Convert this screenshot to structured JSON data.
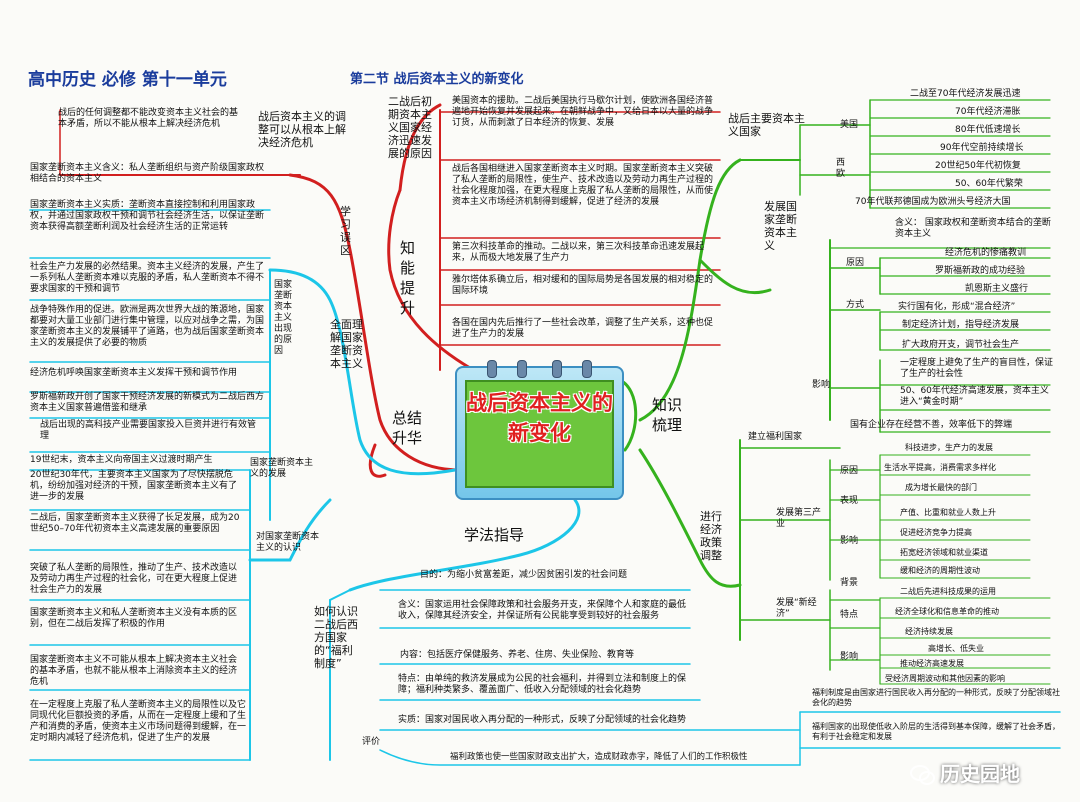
{
  "header": {
    "title_main": "高中历史  必修  第十一单元",
    "title_sub": "第二节  战后资本主义的新变化"
  },
  "center": {
    "title": "战后资本主义的新变化"
  },
  "branches": {
    "zhineng": "知能提升",
    "zhishi": "知识梳理",
    "zongjie": "总结升华",
    "xuefa": "学法指导"
  },
  "zhineng": {
    "reason_title": "二战后初期资本主义国家经济迅速发展的原因",
    "items": [
      "美国资本的援助。二战后美国执行马歇尔计划，使欧洲各国经济普遍地开始恢复并发展起来。在朝鲜战争中，又给日本以大量的战争订货，从而刺激了日本经济的恢复、发展",
      "战后各国相继进入国家垄断资本主义时期。国家垄断资本主义突破了私人垄断的局限性，使生产、技术改造以及劳动力再生产过程的社会化程度加强，在更大程度上克服了私人垄断的局限性，从而使资本主义市场经济机制得到缓解，促进了经济的发展",
      "第三次科技革命的推动。二战以来，第三次科技革命迅速发展起来，从而极大地发展了生产力",
      "雅尔塔体系确立后，相对缓和的国际局势是各国发展的相对稳定的国际环境",
      "各国在国内先后推行了一些社会改革，调整了生产关系，这种也促进了生产力的发展"
    ]
  },
  "zhishi": {
    "main_countries": "战后主要资本主义国家",
    "us": "美国",
    "west_europe": "西欧",
    "us_items": [
      "二战至70年代经济发展迅速",
      "70年代经济滞胀",
      "80年代低速增长",
      "90年代空前持续增长"
    ],
    "eu_items": [
      "20世纪50年代初恢复",
      "50、60年代繁荣",
      "70年代联邦德国成为欧洲头号经济大国"
    ],
    "state_monopoly": "发展国家垄断资本主义",
    "definition": "含义：  国家政权和垄断资本结合的垄断资本主义",
    "reason": "原因",
    "reason_items": [
      "经济危机的惨痛教训",
      "罗斯福新政的成功经验",
      "凯恩斯主义盛行"
    ],
    "method": "方式",
    "method_items": [
      "实行国有化，形成“混合经济”",
      "制定经济计划，指导经济发展",
      "扩大政府开支，调节社会生产"
    ],
    "impact": "影响",
    "impact_items": [
      "一定程度上避免了生产的盲目性，保证了生产的社会性",
      "50、60年代经济高速发展，资本主义进入“黄金时期”",
      "国有企业存在经营不善，效率低下的弊端"
    ],
    "adjust": "进行经济政策调整",
    "welfare": "建立福利国家",
    "tertiary": "发展第三产业",
    "tertiary_reason": "原因",
    "tertiary_reason_items": [
      "科技进步，生产力的发展",
      "生活水平提高，消费需求多样化"
    ],
    "tertiary_show": "表现",
    "tertiary_show_items": [
      "成为增长最快的部门",
      "产值、比重和就业人数上升"
    ],
    "tertiary_impact": "影响",
    "tertiary_impact_items": [
      "促进经济竞争力提高",
      "拓宽经济领域和就业渠道",
      "缓和经济的周期性波动"
    ],
    "new_economy": "发展“新经济”",
    "ne_bg": "背景",
    "ne_bg_items": [
      "二战后先进科技成果的运用",
      "经济全球化和信息革命的推动"
    ],
    "ne_feat": "特点",
    "ne_feat_items": [
      "经济持续发展",
      "高增长、低失业"
    ],
    "ne_impact": "影响",
    "ne_impact_items": [
      "推动经济高速发展",
      "受经济周期波动和其他因素的影响"
    ]
  },
  "xuexi": {
    "label": "学习误区",
    "q1": "战后资本主义的调整可以从根本上解决经济危机",
    "a1": "战后的任何调整都不能改变资本主义社会的基本矛盾，所以不能从根本上解决经济危机",
    "q2": "全面理解国家垄断资本主义",
    "items2": [
      "国家垄断资本主义含义：私人垄断组织与资产阶级国家政权相结合的资本主义",
      "国家垄断资本主义实质：垄断资本直接控制和利用国家政权，并通过国家政权干预和调节社会经济生活，以保证垄断资本获得高额垄断利润及社会经济生活的正常运转"
    ],
    "q3": "国家垄断资本主义出现的原因",
    "items3": [
      "社会生产力发展的必然结果。资本主义经济的发展，产生了一系列私人垄断资本难以克服的矛盾，私人垄断资本不得不要求国家的干预和调节",
      "战争特殊作用的促进。欧洲是两次世界大战的策源地，国家都要对大量工业部门进行集中管理，以应对战争之需，为国家垄断资本主义的发展铺平了道路，也为战后国家垄断资本主义的发展提供了必要的物质",
      "经济危机呼唤国家垄断资本主义发挥干预和调节作用",
      "罗斯福新政开创了国家干预经济发展的新模式为二战后西方资本主义国家普遍借鉴和继承",
      "战后出现的高科技产业需要国家投入巨资并进行有效管理"
    ],
    "q4": "国家垄断资本主义的发展",
    "items4": [
      "19世纪末，资本主义向帝国主义过渡时期产生",
      "20世纪30年代，主要资本主义国家为了尽快摆脱危机，纷纷加强对经济的干预，国家垄断资本主义有了进一步的发展",
      "二战后，国家垄断资本主义获得了长足发展，成为20世纪50–70年代初资本主义高速发展的重要原因"
    ],
    "q5": "对国家垄断资本主义的认识",
    "items5": [
      "突破了私人垄断的局限性，推动了生产、技术改造以及劳动力再生产过程的社会化，可在更大程度上促进社会生产力的发展",
      "国家垄断资本主义和私人垄断资本主义没有本质的区别，但在二战后发挥了积极的作用",
      "国家垄断资本主义不可能从根本上解决资本主义社会的基本矛盾，也就不能从根本上消除资本主义的经济危机",
      "在一定程度上克服了私人垄断资本主义的局限性以及它同现代化巨额投资的矛盾，从而在一定程度上缓和了生产和消费的矛盾，使资本主义市场问题得到缓解，在一定时期内减轻了经济危机，促进了生产的发展"
    ]
  },
  "xuefa": {
    "q": "如何认识二战后西方国家的“福利制度”",
    "purpose": "目的：为缩小贫富差距，减少因贫困引发的社会问题",
    "meaning": "含义：国家运用社会保障政策和社会服务开支，来保障个人和家庭的最低收入，保障其经济安全，并保证所有公民能享受到较好的社会服务",
    "content": "内容：包括医疗保健服务、养老、住房、失业保险、教育等",
    "feature": "特点：由单纯的救济发展成为公民的社会福利，并得到立法和制度上的保障；福利种类繁多、覆盖面广、低收入分配领域的社会化趋势",
    "essence": "实质：国家对国民收入再分配的一种形式，反映了分配领域的社会化趋势",
    "eval": "评价",
    "eval_items": [
      "福利制度是由国家进行国民收入再分配的一种形式，反映了分配领域社会化的趋势",
      "福利国家的出现使低收入阶层的生活得到基本保障，缓解了社会矛盾，有利于社会稳定和发展",
      "福利政策也使一些国家财政支出扩大，造成财政赤字，降低了人们的工作积极性"
    ]
  },
  "watermark": "历史园地",
  "colors": {
    "red": "#d21f1f",
    "green": "#35b21e",
    "cyan": "#1cc6e8",
    "title_blue": "#1a3c9c"
  }
}
